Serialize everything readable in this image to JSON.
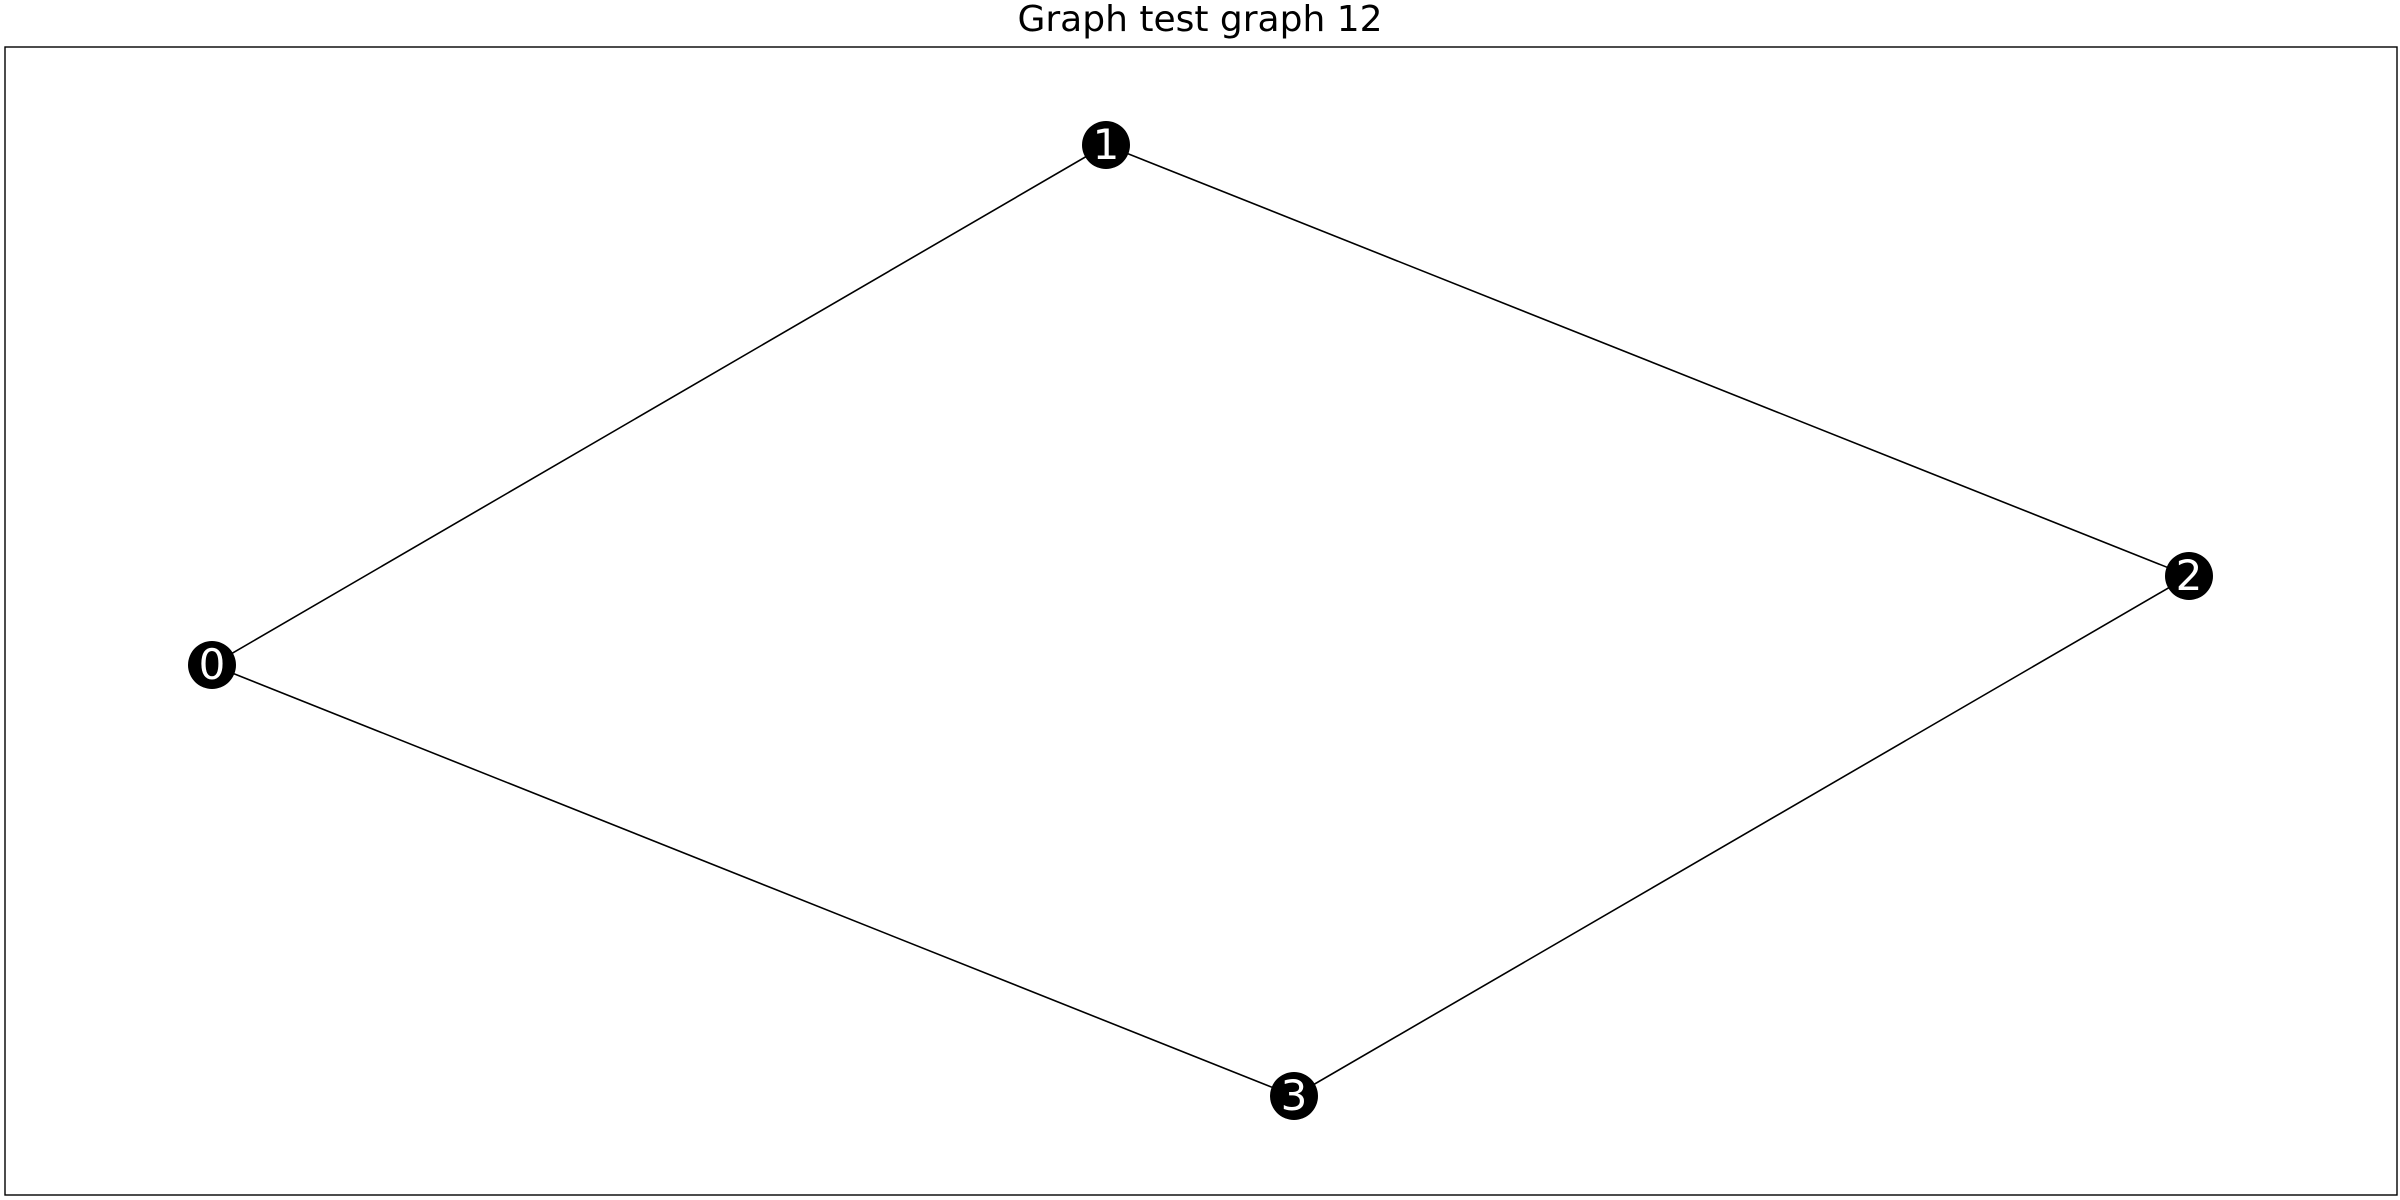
{
  "title": "Graph test graph 12",
  "colors": {
    "node_fill": "#000000",
    "node_label": "#ffffff",
    "edge": "#000000",
    "frame": "#000000"
  },
  "graph": {
    "nodes": [
      {
        "id": "0",
        "label": "0"
      },
      {
        "id": "1",
        "label": "1"
      },
      {
        "id": "2",
        "label": "2"
      },
      {
        "id": "3",
        "label": "3"
      }
    ],
    "edges": [
      {
        "source": "0",
        "target": "1"
      },
      {
        "source": "1",
        "target": "2"
      },
      {
        "source": "2",
        "target": "3"
      },
      {
        "source": "3",
        "target": "0"
      }
    ]
  }
}
